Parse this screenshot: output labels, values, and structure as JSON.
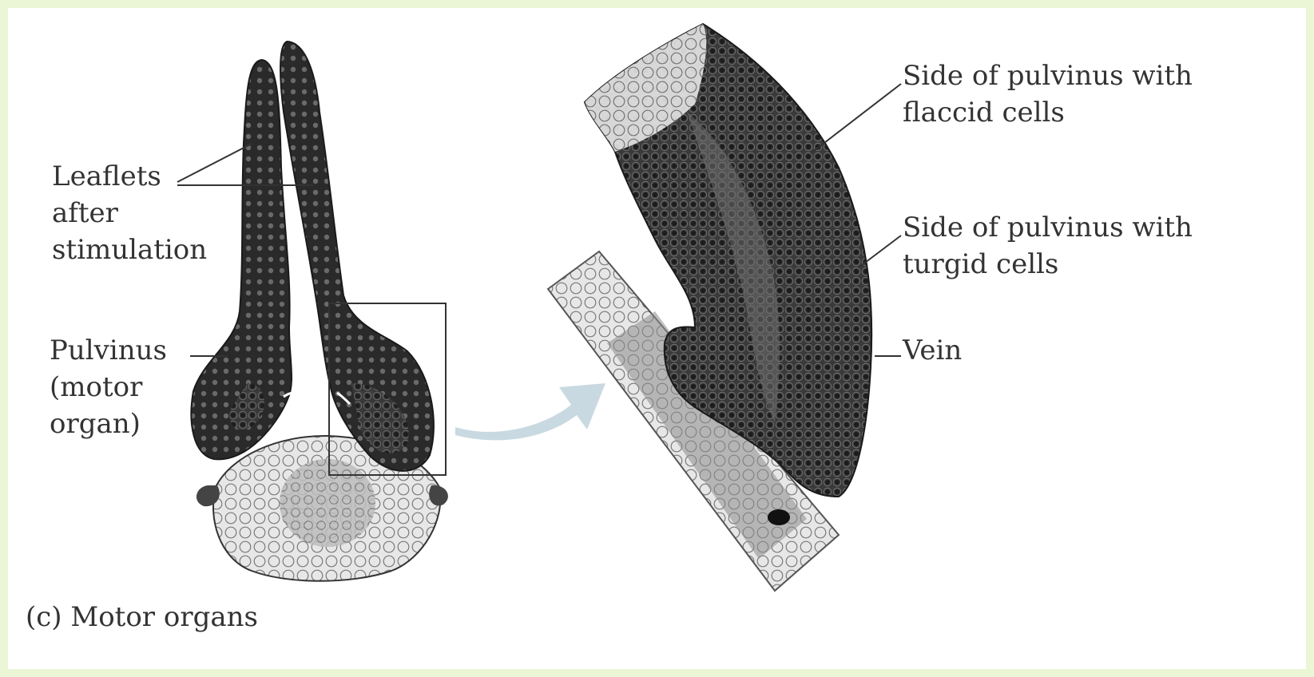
{
  "figure": {
    "caption": "(c) Motor organs",
    "labels_left": {
      "leaflets": [
        "Leaflets",
        "after",
        "stimulation"
      ],
      "pulvinus": [
        "Pulvinus",
        "(motor",
        "organ)"
      ]
    },
    "labels_right": {
      "flaccid": [
        "Side of pulvinus with",
        "flaccid cells"
      ],
      "turgid": [
        "Side of pulvinus with",
        "turgid cells"
      ],
      "vein": "Vein"
    }
  },
  "colors": {
    "frame_background": "#eaf6d6",
    "panel_background": "#ffffff",
    "tissue_dark": "#2b2b2b",
    "tissue_light": "#d9d9d9",
    "arrow": "#c7d6de"
  }
}
